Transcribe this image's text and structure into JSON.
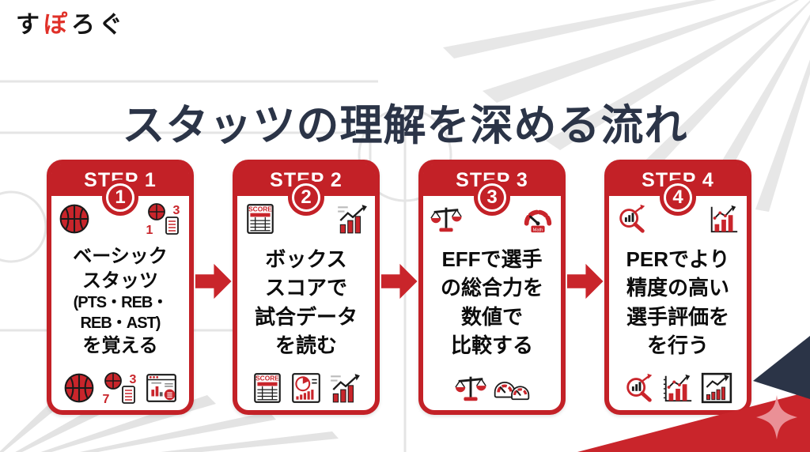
{
  "brand": {
    "part1": "す",
    "part2": "ぽ",
    "part3": "ろぐ"
  },
  "title": "スタッツの理解を深める流れ",
  "colors": {
    "accent_red": "#c32127",
    "title_navy": "#2b3447",
    "sparkle_pink": "#ea9096",
    "court_gray": "#e4e4e4"
  },
  "icon_labels": {
    "score": "SCORE",
    "math": "Math"
  },
  "steps": [
    {
      "header": "STEP 1",
      "number": "1",
      "lines": [
        "ベーシック",
        "スタッツ",
        "(PTS・REB・",
        "REB・AST)",
        "を覚える"
      ],
      "icons_top": [
        "basketball",
        "basketball-number-clipboard"
      ],
      "icons_bottom": [
        "basketball",
        "basketball-number-clipboard",
        "stats-document"
      ],
      "badge_numbers_top": [
        "3",
        "1"
      ],
      "badge_numbers_bottom": [
        "3",
        "7"
      ]
    },
    {
      "header": "STEP 2",
      "number": "2",
      "lines": [
        "ボックス",
        "スコアで",
        "試合データ",
        "を読む"
      ],
      "icons_top": [
        "score-table",
        "bar-chart-trend"
      ],
      "icons_bottom": [
        "score-table",
        "pie-chart-document",
        "bar-chart-trend"
      ]
    },
    {
      "header": "STEP 3",
      "number": "3",
      "lines": [
        "EFFで選手",
        "の総合力を",
        "数値で",
        "比較する"
      ],
      "icons_top": [
        "balance-scale",
        "gauge-math"
      ],
      "icons_bottom": [
        "balance-scale",
        "double-gauge"
      ]
    },
    {
      "header": "STEP 4",
      "number": "4",
      "lines": [
        "PERでより",
        "精度の高い",
        "選手評価を",
        "を行う"
      ],
      "icons_top": [
        "magnifier-chart",
        "dot-line-chart"
      ],
      "icons_bottom": [
        "magnifier-chart",
        "dot-line-chart",
        "framed-chart"
      ]
    }
  ]
}
